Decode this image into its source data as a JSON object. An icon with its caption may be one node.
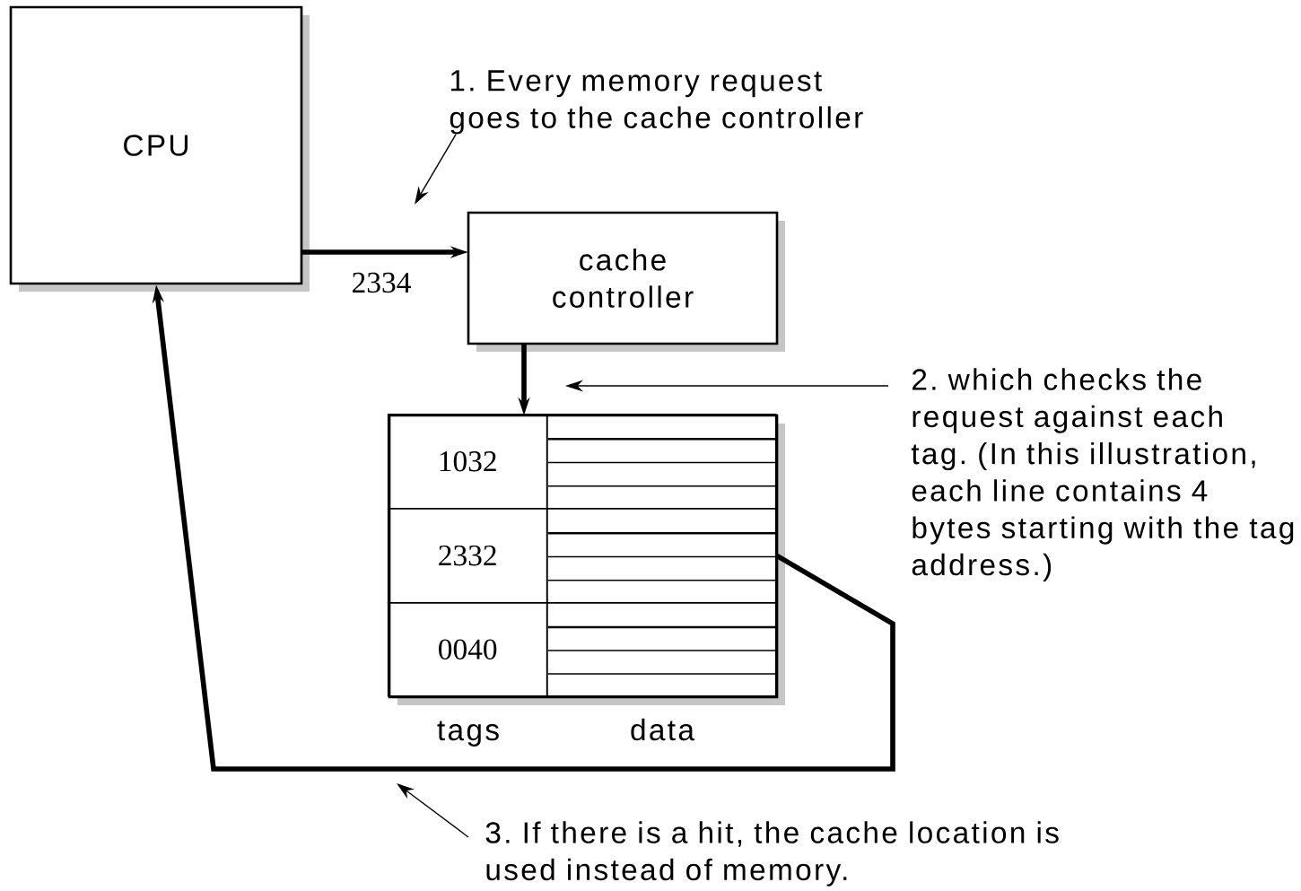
{
  "diagram": {
    "nodes": [
      {
        "text": [
          "CPU"
        ]
      },
      {
        "text": [
          "cache controller"
        ]
      },
      {
        "text": [],
        "shape": "box"
      },
      {
        "text": [
          "1032"
        ],
        "in": 2
      },
      {
        "text": [
          "2332"
        ],
        "in": 2
      },
      {
        "text": [
          "0040"
        ],
        "in": 2
      },
      {
        "text": [],
        "shape": "box",
        "in": 2
      },
      {
        "text": [],
        "shape": "box",
        "in": 2
      },
      {
        "text": [],
        "shape": "box",
        "in": 2
      },
      {
        "text": [
          "1. Every memory request goes to the cache controller"
        ]
      },
      {
        "text": [
          "2. which checks the request against each tag. (In this illustration, each line contains 4 bytes starting with the tag address.)"
        ]
      },
      {
        "text": [
          "3. If there is a hit, the cache location is used instead of memory."
        ]
      }
    ],
    "edges": [
      {
        "from": 0,
        "to": 1,
        "arrow": "to",
        "label": "2334",
        "style": "thick"
      },
      {
        "from": 1,
        "to": 2,
        "arrow": "to",
        "style": "thick"
      },
      {
        "from": 7,
        "to": 0,
        "arrow": "to",
        "style": "thick"
      },
      {
        "from": 9,
        "to": null,
        "arrow": "to"
      },
      {
        "from": 10,
        "to": null,
        "arrow": "to"
      },
      {
        "from": 11,
        "to": null,
        "arrow": "to"
      }
    ],
    "labels": [
      "tags",
      "data"
    ]
  }
}
